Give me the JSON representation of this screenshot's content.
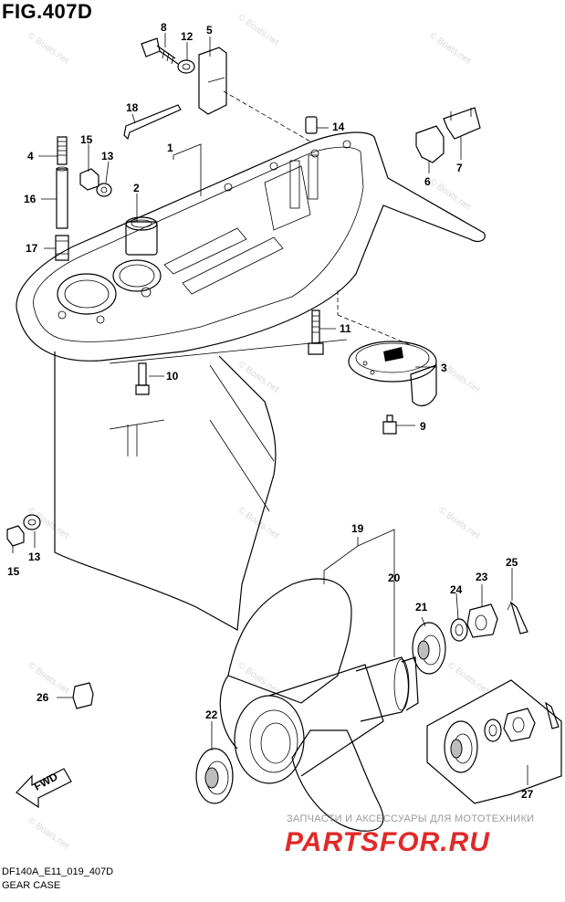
{
  "figure": {
    "title": "FIG.407D"
  },
  "footer": {
    "code": "DF140A_E11_019_407D",
    "caption": "GEAR CASE"
  },
  "watermarks": {
    "tagline": "ЗАПЧАСТИ И АКСЕССУАРЫ ДЛЯ МОТОТЕХНИКИ",
    "logo": "PARTSFOR.RU",
    "boats": "© Boats.net"
  },
  "fwd_label": "FWD",
  "callouts": {
    "c1": "1",
    "c2": "2",
    "c3": "3",
    "c4": "4",
    "c5": "5",
    "c6": "6",
    "c7": "7",
    "c8": "8",
    "c9": "9",
    "c10": "10",
    "c11": "11",
    "c12": "12",
    "c13a": "13",
    "c13b": "13",
    "c14": "14",
    "c15a": "15",
    "c15b": "15",
    "c16": "16",
    "c17": "17",
    "c18": "18",
    "c19": "19",
    "c20": "20",
    "c21": "21",
    "c22": "22",
    "c23": "23",
    "c24": "24",
    "c25": "25",
    "c26": "26",
    "c27": "27"
  }
}
